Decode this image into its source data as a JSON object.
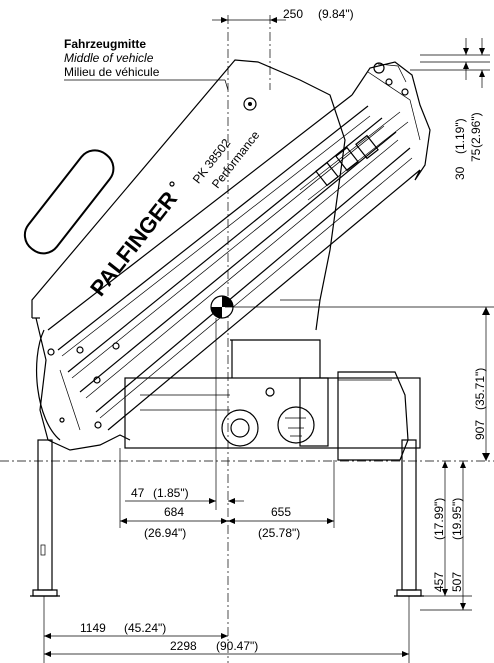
{
  "labels": {
    "title_de": "Fahrzeugmitte",
    "title_en": "Middle of vehicle",
    "title_fr": "Milieu de véhicule",
    "brand": "PALFINGER",
    "model": "PK 38502",
    "variant": "Performance"
  },
  "dimensions": {
    "top_offset": "250",
    "top_offset_in": "(9.84\")",
    "d30": "30",
    "d30_in": "(1.19\")",
    "d75": "75",
    "d75_in": "(2.96\")",
    "d907": "907",
    "d907_in": "(35.71\")",
    "d47": "47",
    "d47_in": "(1.85\")",
    "d684": "684",
    "d684_in": "(26.94\")",
    "d655": "655",
    "d655_in": "(25.78\")",
    "d457": "457",
    "d457_in": "(17.99\")",
    "d507": "507",
    "d507_in": "(19.95\")",
    "d1149": "1149",
    "d1149_in": "(45.24\")",
    "d2298": "2298",
    "d2298_in": "(90.47\")"
  }
}
